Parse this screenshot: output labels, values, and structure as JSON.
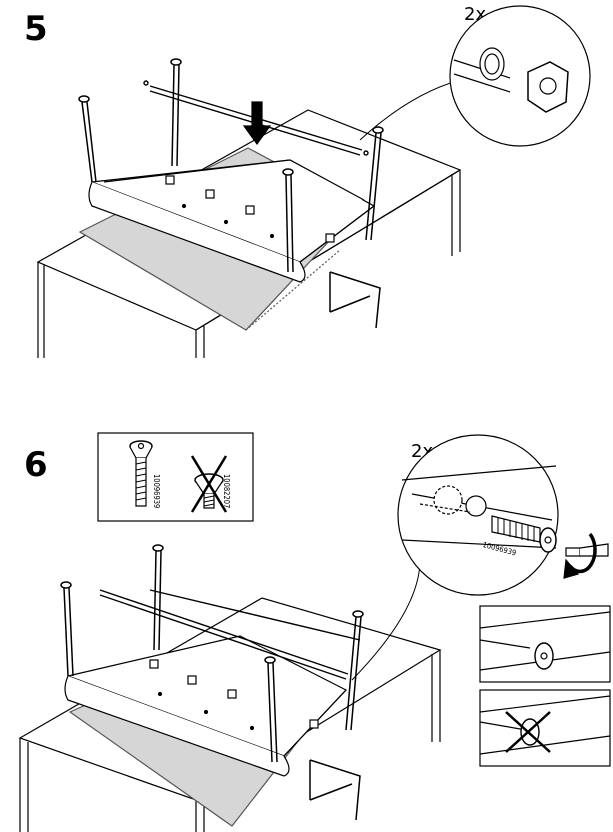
{
  "steps": [
    {
      "number": "5",
      "quantity": "2x"
    },
    {
      "number": "6",
      "quantity": "2x"
    }
  ],
  "parts": {
    "correct_code": "10096939",
    "wrong_code": "10082207",
    "detail_code": "10096939"
  },
  "icons": [
    "arrow-down-icon",
    "rotate-clockwise-icon",
    "cross-out-icon"
  ]
}
